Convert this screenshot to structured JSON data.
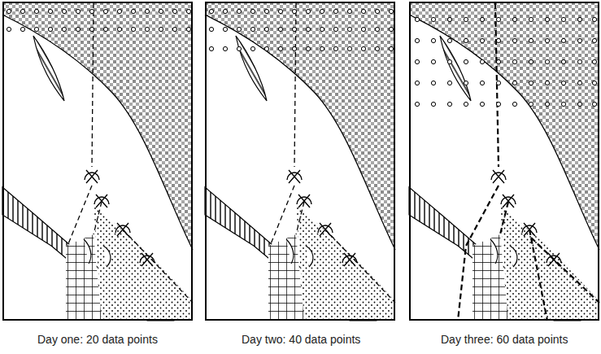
{
  "diagram": {
    "labels": [
      "Day one: 20 data points",
      "Day two: 40 data points",
      "Day three: 60 data points"
    ]
  }
}
